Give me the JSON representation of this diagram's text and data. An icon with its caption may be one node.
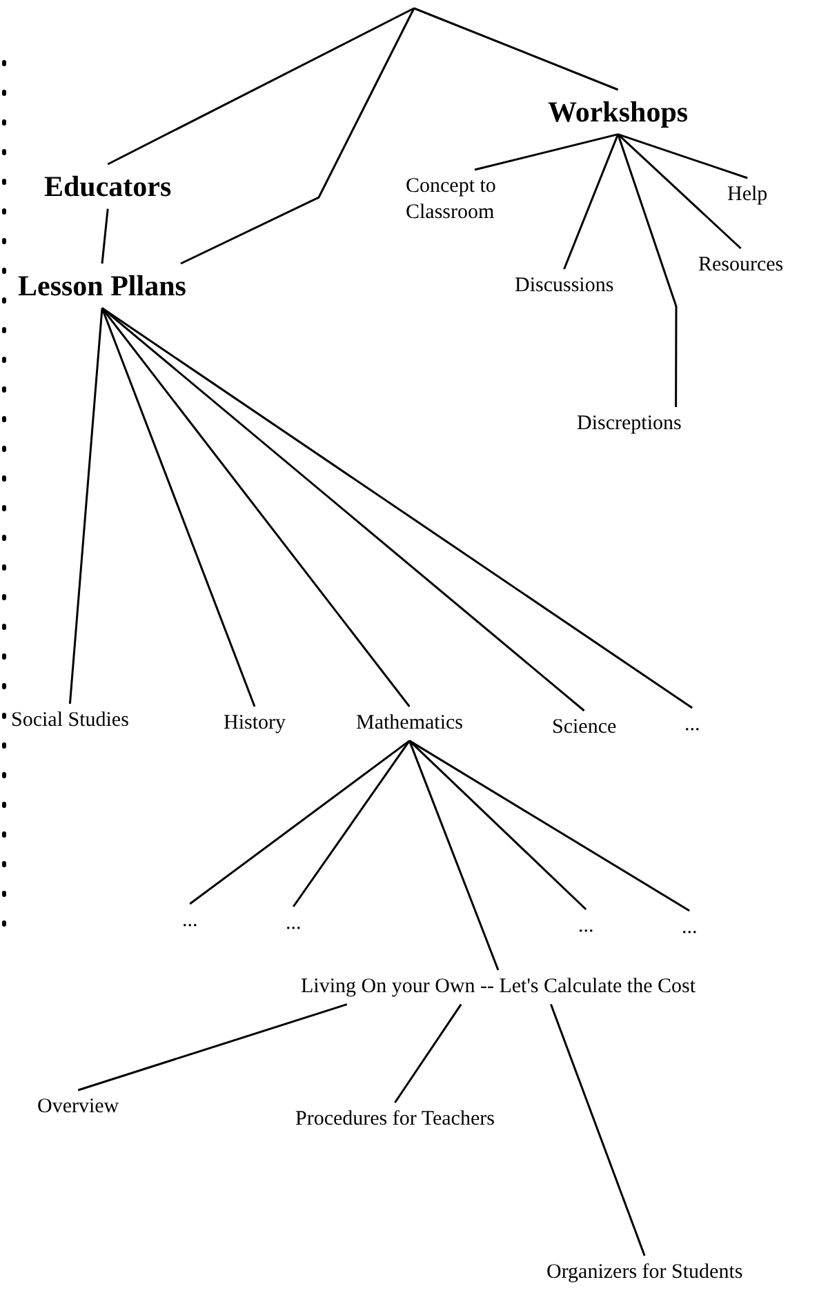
{
  "diagram": {
    "nodes": [
      {
        "text": [
          "Workshops"
        ]
      },
      {
        "text": [
          "Educators"
        ]
      },
      {
        "text": [
          "Concept to Classroom"
        ]
      },
      {
        "text": [
          "Help"
        ]
      },
      {
        "text": [
          "Resources"
        ]
      },
      {
        "text": [
          "Lesson Pllans"
        ]
      },
      {
        "text": [
          "Discussions"
        ]
      },
      {
        "text": [
          "Discreptions"
        ]
      },
      {
        "text": [
          "Social Studies"
        ]
      },
      {
        "text": [
          "History"
        ]
      },
      {
        "text": [
          "Mathematics"
        ]
      },
      {
        "text": [
          "Science"
        ]
      },
      {
        "text": [
          "..."
        ]
      },
      {
        "text": [
          "..."
        ]
      },
      {
        "text": [
          "..."
        ]
      },
      {
        "text": [
          "..."
        ]
      },
      {
        "text": [
          "..."
        ]
      },
      {
        "text": [
          "Living On your Own -- Let's Calculate the Cost"
        ]
      },
      {
        "text": [
          "Overview"
        ]
      },
      {
        "text": [
          "Procedures for Teachers"
        ]
      },
      {
        "text": [
          "Organizers for Students"
        ]
      }
    ],
    "edges": [
      {
        "from": null,
        "to": 1,
        "arrow": "none"
      },
      {
        "from": null,
        "to": 5,
        "arrow": "none"
      },
      {
        "from": null,
        "to": 0,
        "arrow": "none"
      },
      {
        "from": 1,
        "to": 5,
        "arrow": "none"
      },
      {
        "from": 0,
        "to": 2,
        "arrow": "none"
      },
      {
        "from": 0,
        "to": 6,
        "arrow": "none"
      },
      {
        "from": 0,
        "to": 7,
        "arrow": "none"
      },
      {
        "from": 0,
        "to": 4,
        "arrow": "none"
      },
      {
        "from": 0,
        "to": 3,
        "arrow": "none"
      },
      {
        "from": 5,
        "to": 8,
        "arrow": "none"
      },
      {
        "from": 5,
        "to": 9,
        "arrow": "none"
      },
      {
        "from": 5,
        "to": 10,
        "arrow": "none"
      },
      {
        "from": 5,
        "to": 11,
        "arrow": "none"
      },
      {
        "from": 5,
        "to": 12,
        "arrow": "none"
      },
      {
        "from": 10,
        "to": 13,
        "arrow": "none"
      },
      {
        "from": 10,
        "to": 14,
        "arrow": "none"
      },
      {
        "from": 10,
        "to": 17,
        "arrow": "none"
      },
      {
        "from": 10,
        "to": 15,
        "arrow": "none"
      },
      {
        "from": 10,
        "to": 16,
        "arrow": "none"
      },
      {
        "from": 17,
        "to": 18,
        "arrow": "none"
      },
      {
        "from": 17,
        "to": 19,
        "arrow": "none"
      },
      {
        "from": 17,
        "to": 20,
        "arrow": "none"
      }
    ]
  }
}
